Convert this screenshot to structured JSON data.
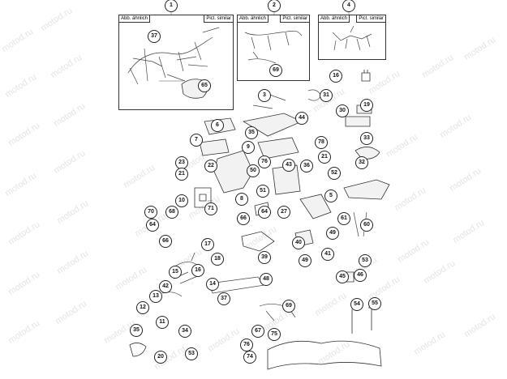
{
  "watermark": "motod.ru",
  "box_tags": {
    "left": "Abb. ähnlich",
    "right": "Pict. similar"
  },
  "callouts": [
    "1",
    "2",
    "4",
    "37",
    "65",
    "69",
    "16",
    "3",
    "31",
    "30",
    "19",
    "6",
    "44",
    "33",
    "7",
    "35",
    "9",
    "78",
    "32",
    "23",
    "22",
    "76",
    "50",
    "43",
    "36",
    "21",
    "52",
    "21",
    "8",
    "51",
    "10",
    "71",
    "5",
    "70",
    "68",
    "64",
    "66",
    "64",
    "27",
    "61",
    "60",
    "66",
    "17",
    "40",
    "49",
    "18",
    "41",
    "39",
    "49",
    "15",
    "53",
    "16",
    "42",
    "14",
    "48",
    "46",
    "45",
    "13",
    "37",
    "12",
    "69",
    "11",
    "54",
    "55",
    "34",
    "35",
    "67",
    "75",
    "20",
    "76",
    "53",
    "74"
  ],
  "icons": [
    "wiring-harness",
    "control-unit",
    "battery",
    "bracket",
    "cable-tie",
    "connector",
    "fuse-box",
    "relay",
    "clip",
    "frame-part"
  ]
}
